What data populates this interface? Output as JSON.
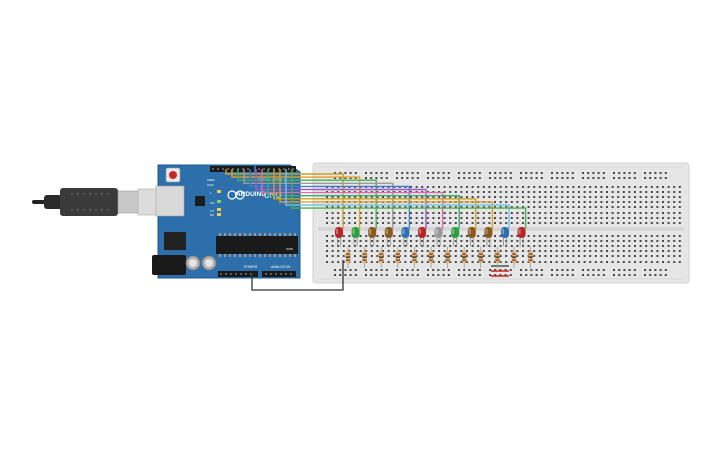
{
  "board": {
    "logo_text": "ARDUINO",
    "model_text": "UNO",
    "digital_label": "DIGITAL (PWM~)",
    "power_label": "POWER",
    "analog_label": "ANALOG IN",
    "tx_label": "TX",
    "rx_label": "RX",
    "l_label": "L",
    "on_label": "ON",
    "aref_label": "AREF",
    "gnd_label": "GND",
    "icsp_label": "ICSP"
  },
  "colors": {
    "board": "#2c6fab",
    "breadboard": "#e6e6e6",
    "usb_body": "#3a3a3a",
    "rail_red": "#cc2222",
    "rail_dark": "#333333"
  },
  "leds": [
    {
      "color": "#b52626"
    },
    {
      "color": "#2e9e3e"
    },
    {
      "color": "#8a5a1a"
    },
    {
      "color": "#8a5a1a"
    },
    {
      "color": "#2f6fb0"
    },
    {
      "color": "#b52626"
    },
    {
      "color": "#9a9a9a"
    },
    {
      "color": "#2e9e3e"
    },
    {
      "color": "#8a5a1a"
    },
    {
      "color": "#8a5a1a"
    },
    {
      "color": "#2f6fb0"
    },
    {
      "color": "#b52626"
    }
  ],
  "wires": [
    {
      "color": "#c9a227"
    },
    {
      "color": "#e0a030"
    },
    {
      "color": "#4caf50"
    },
    {
      "color": "#9b9b9b"
    },
    {
      "color": "#3a7fd0"
    },
    {
      "color": "#a05ac8"
    },
    {
      "color": "#e06ab0"
    },
    {
      "color": "#3aaf6a"
    },
    {
      "color": "#c9a227"
    },
    {
      "color": "#e0a030"
    },
    {
      "color": "#7ac0e8"
    },
    {
      "color": "#4caf50"
    }
  ]
}
